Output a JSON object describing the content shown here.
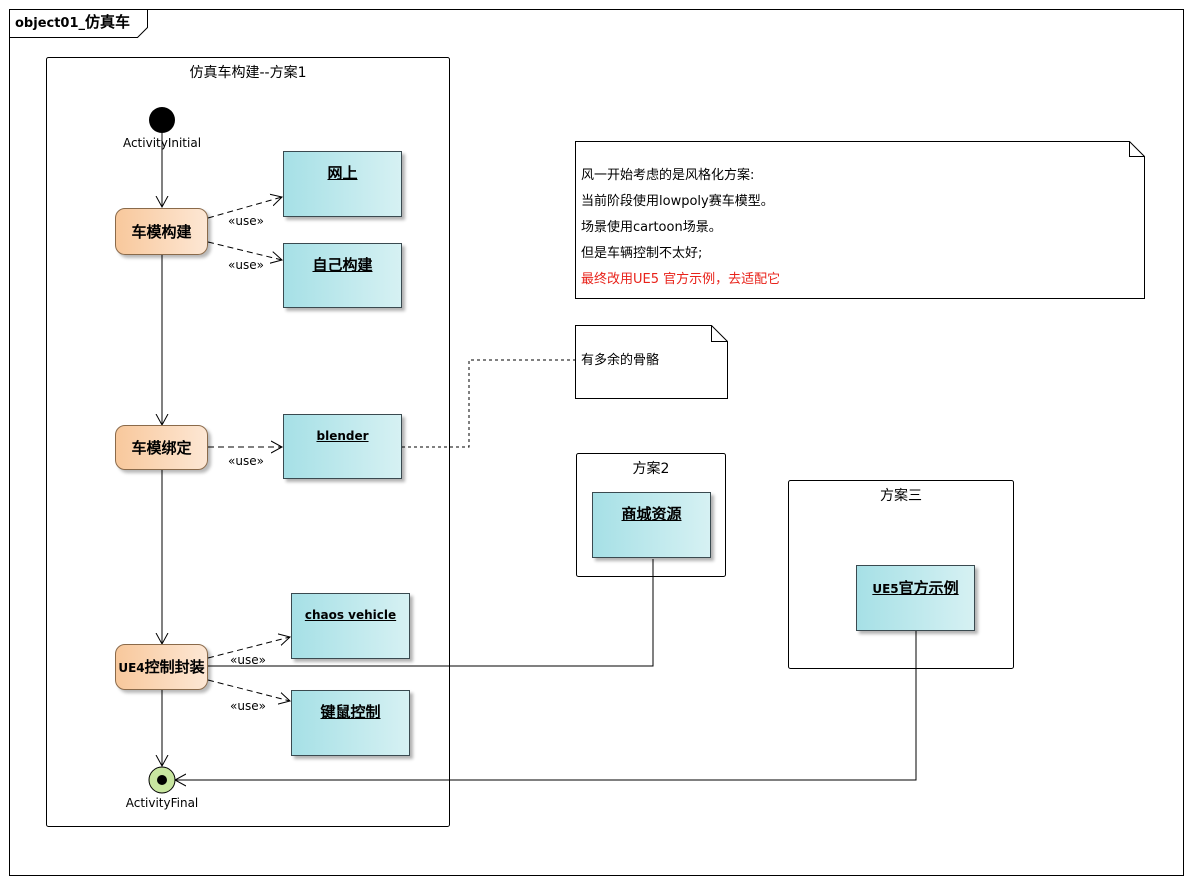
{
  "frame": {
    "prefix": "object01_",
    "title": "仿真车"
  },
  "groups": {
    "plan1": "仿真车构建--方案1",
    "plan2": "方案2",
    "plan3": "方案三"
  },
  "nodes": {
    "initial": "ActivityInitial",
    "final": "ActivityFinal",
    "build": "车模构建",
    "bind": "车模绑定",
    "control_prefix": "UE4",
    "control_main": "控制封装"
  },
  "objects": {
    "online": "网上",
    "self_build": "自己构建",
    "blender": "blender",
    "chaos": "chaos vehicle",
    "keyboard": "键鼠控制",
    "store": "商城资源",
    "ue5_prefix": "UE5",
    "ue5_main": "官方示例"
  },
  "edge_label": "«use»",
  "notes": {
    "main": [
      "风一开始考虑的是风格化方案:",
      "当前阶段使用lowpoly赛车模型。",
      "场景使用cartoon场景。",
      "但是车辆控制不太好;"
    ],
    "main_highlight": "最终改用UE5 官方示例，去适配它",
    "bones": "有多余的骨骼"
  },
  "colors": {
    "action_fill": "#f8c89c",
    "object_fill": "#a6e0e6",
    "highlight_text": "#e8221a",
    "final_fill": "#c8e6a0"
  }
}
